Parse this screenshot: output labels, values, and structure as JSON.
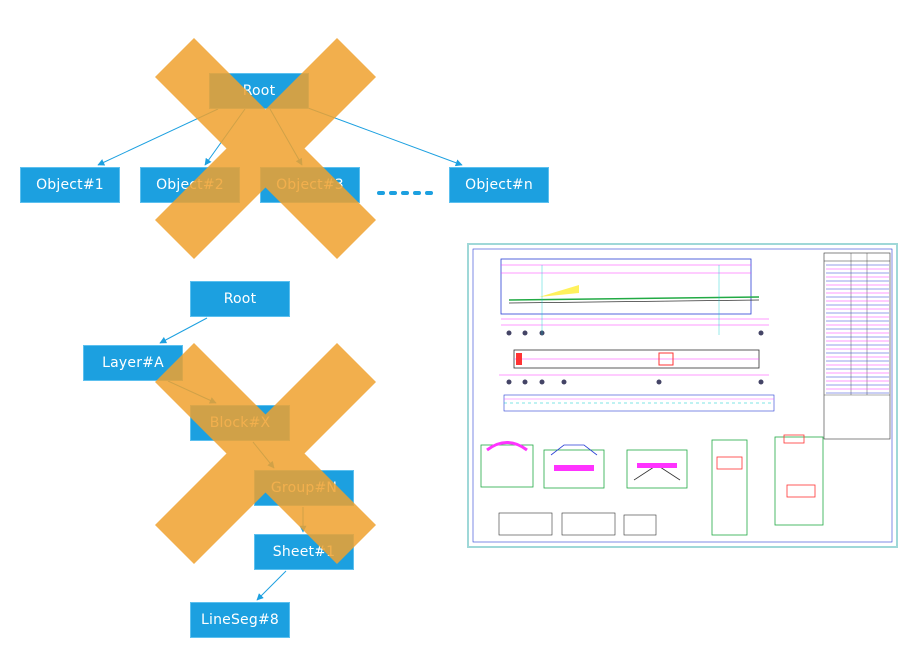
{
  "diagram_top": {
    "description": "flat hierarchy (crossed out)",
    "root": {
      "label": "Root"
    },
    "children": [
      {
        "label": "Object#1"
      },
      {
        "label": "Object#2"
      },
      {
        "label": "Object#3"
      },
      {
        "label": "Object#n"
      }
    ],
    "ellipsis": "•••••",
    "crossed_out": true
  },
  "diagram_bottom": {
    "description": "deep nested hierarchy (partially crossed out)",
    "nodes": [
      {
        "label": "Root"
      },
      {
        "label": "Layer#A"
      },
      {
        "label": "Block#X"
      },
      {
        "label": "Group#N"
      },
      {
        "label": "Sheet#1"
      },
      {
        "label": "LineSeg#8"
      }
    ],
    "crossed_out": true
  },
  "cad_drawing": {
    "description": "engineering CAD drawing of a belt conveyor with side views, cross sections and parts table"
  },
  "colors": {
    "node_fill": "#1ca0e0",
    "node_text": "#ffffff",
    "edge": "#1ca0e0",
    "cross": "#f0a22e",
    "cad_border": "#9fd8d8",
    "cad_magenta": "#ff33ff",
    "cad_blue": "#2a3fd6",
    "cad_green": "#22aa44"
  }
}
